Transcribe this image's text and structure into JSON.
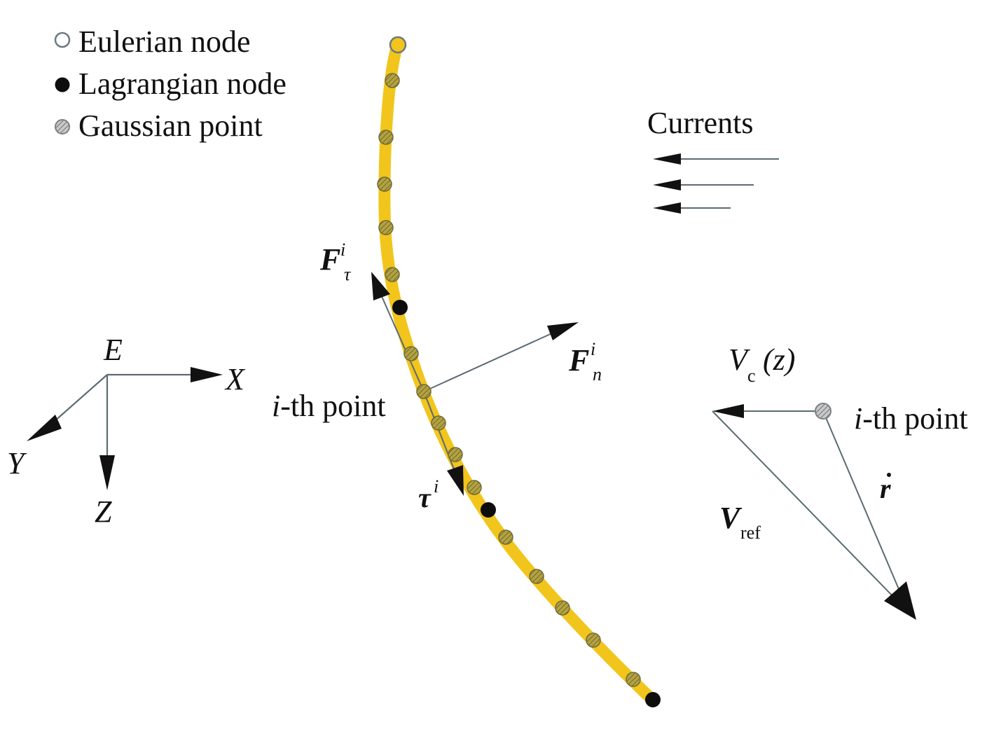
{
  "legend": {
    "eulerian": "Eulerian node",
    "lagrangian": "Lagrangian node",
    "gaussian": "Gaussian point"
  },
  "currents": {
    "label": "Currents"
  },
  "axes": {
    "origin": "E",
    "x": "X",
    "y": "Y",
    "z": "Z"
  },
  "forces": {
    "tangential": {
      "base": "F",
      "sup": "i",
      "sub": "τ"
    },
    "normal": {
      "base": "F",
      "sup": "i",
      "sub": "n"
    },
    "tangent_vector": {
      "base": "τ",
      "sup": "i"
    }
  },
  "point_label": {
    "italic": "i",
    "rest": "-th point"
  },
  "velocity": {
    "vc": {
      "base": "V",
      "sub": "c",
      "arg": "(z)"
    },
    "vref": {
      "base": "V",
      "sub": "ref"
    },
    "rdot": "r",
    "point_italic": "i",
    "point_rest": "-th point"
  },
  "colors": {
    "cable": "#f2c51c",
    "arrow": "#5a6b72",
    "gauss_fill": "#b4a23c",
    "gauss_hatch": "#6f6a3a",
    "lagrangian": "#0d0d0d"
  }
}
